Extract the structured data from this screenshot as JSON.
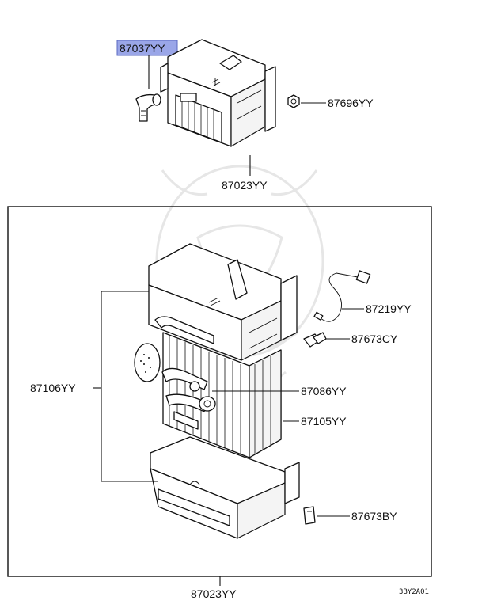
{
  "parts": {
    "hose": "87037YY",
    "nut": "87696YY",
    "unit_assembly_top": "87023YY",
    "sensor": "87219YY",
    "clip_c": "87673CY",
    "core_group": "87106YY",
    "valve": "87086YY",
    "evaporator": "87105YY",
    "clip_b": "87673BY",
    "unit_assembly_bottom": "87023YY"
  },
  "diagram_code": "3BY2A01",
  "highlight_color": "#9aa6e8"
}
